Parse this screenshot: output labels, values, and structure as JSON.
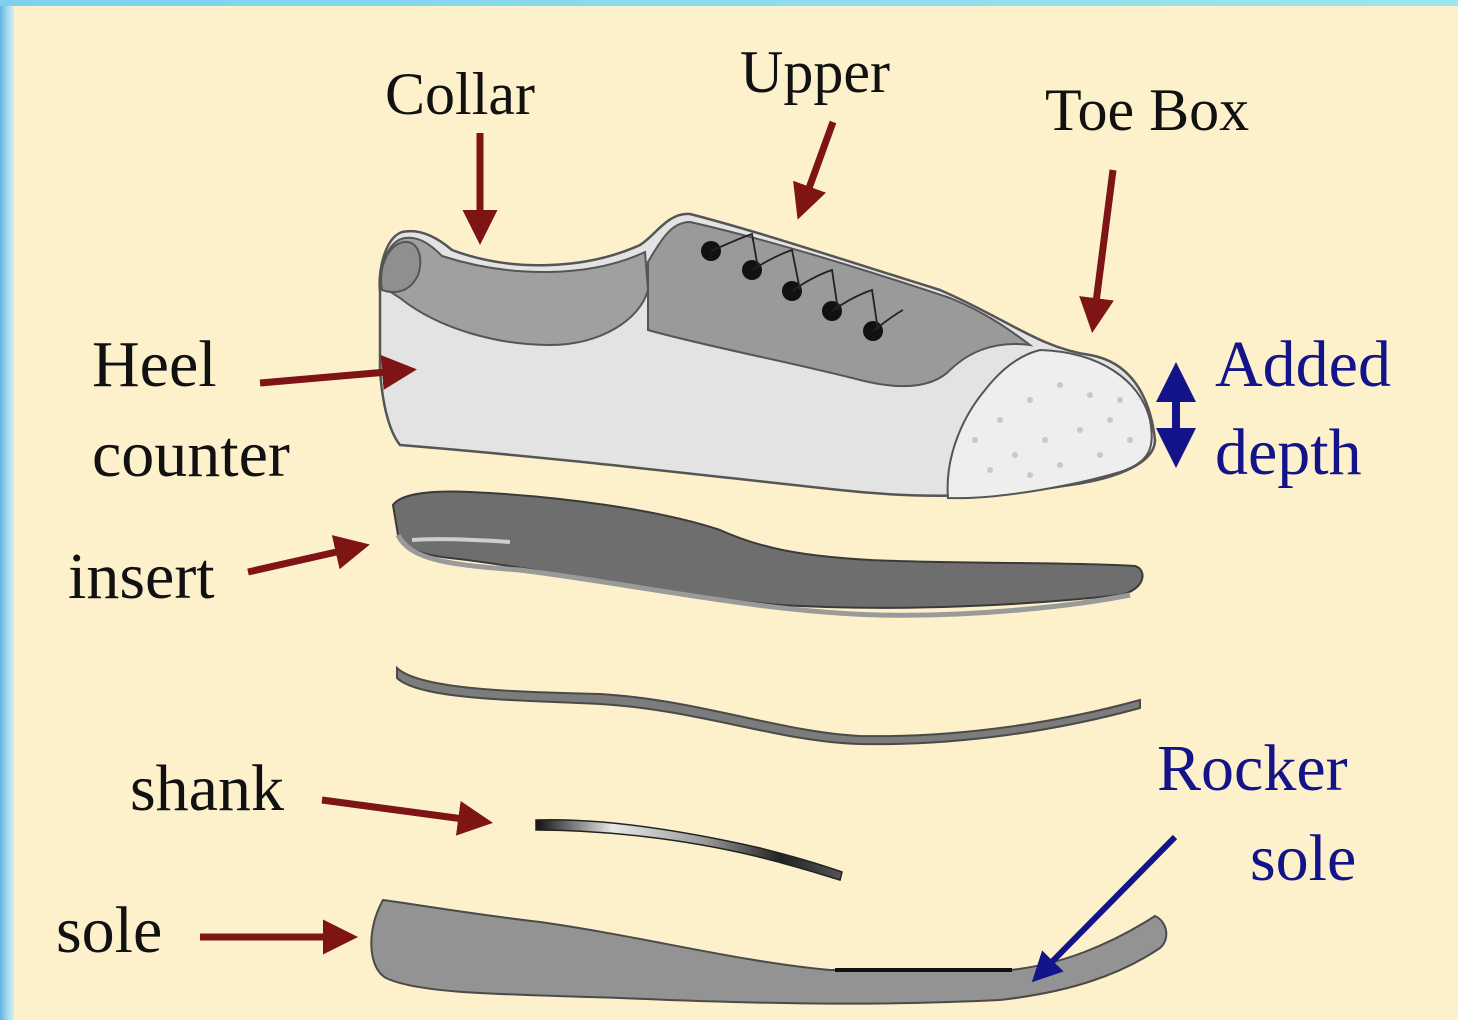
{
  "labels": {
    "collar": "Collar",
    "upper": "Upper",
    "toe_box": "Toe Box",
    "heel": "Heel",
    "counter": "counter",
    "added": "Added",
    "depth": "depth",
    "insert": "insert",
    "shank": "shank",
    "sole": "sole",
    "rocker": "Rocker",
    "rocker_sole": "sole"
  },
  "colors": {
    "arrow_red": "#7e1414",
    "arrow_blue": "#14148a",
    "background": "#fdf1cc",
    "shoe_gray": "#9a9a9a",
    "shoe_light": "#e3e3e3"
  }
}
